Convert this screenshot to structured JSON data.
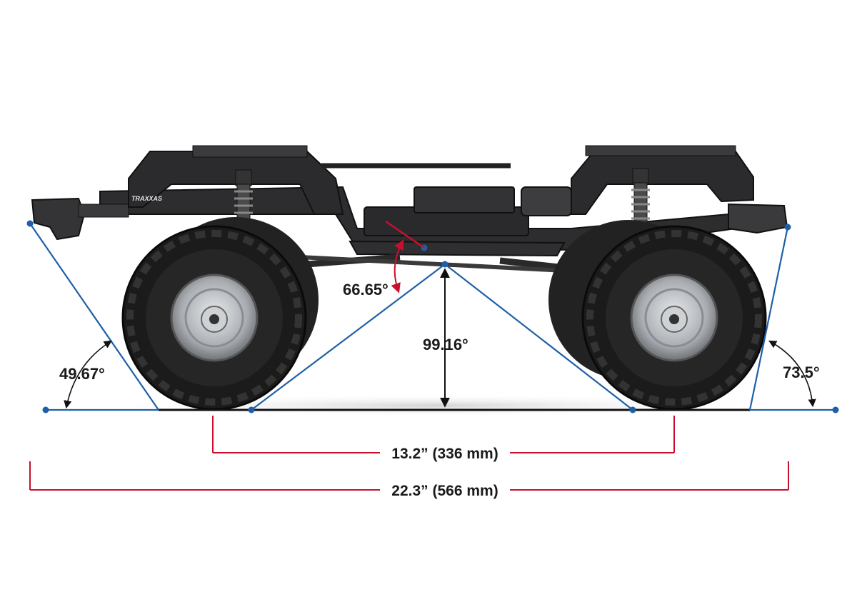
{
  "colors": {
    "accent_blue": "#1f5fa8",
    "dimension_red": "#c8102e",
    "chassis": "#2a2a2c",
    "tire": "#1b1b1b",
    "wheel": "#b8bcc0",
    "ground": "#111111"
  },
  "brand_text": "TRAXXAS",
  "measurements": {
    "approach_angle": "49.67°",
    "departure_angle": "73.5°",
    "breakover_angle": "99.16°",
    "driveshaft_angle": "66.65°",
    "wheelbase": "13.2” (336 mm)",
    "overall_length": "22.3” (566 mm)"
  }
}
